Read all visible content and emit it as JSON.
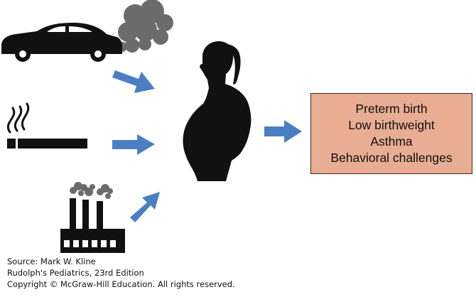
{
  "colors": {
    "arrow": "#4a7fc3",
    "silhouette": "#111111",
    "smoke": "#6b6b6b",
    "box_fill": "#e8ad93",
    "box_border": "#3a2a22"
  },
  "sources": [
    {
      "icon": "car-exhaust-icon"
    },
    {
      "icon": "cigarette-icon"
    },
    {
      "icon": "factory-icon"
    }
  ],
  "center": {
    "icon": "pregnant-woman-icon"
  },
  "outcomes": {
    "items": [
      "Preterm birth",
      "Low birthweight",
      "Asthma",
      "Behavioral challenges"
    ]
  },
  "credit": {
    "source": "Source: Mark W. Kline",
    "book": "Rudolph's Pediatrics, 23rd Edition",
    "copyright": "Copyright © McGraw-Hill Education. All rights reserved."
  }
}
